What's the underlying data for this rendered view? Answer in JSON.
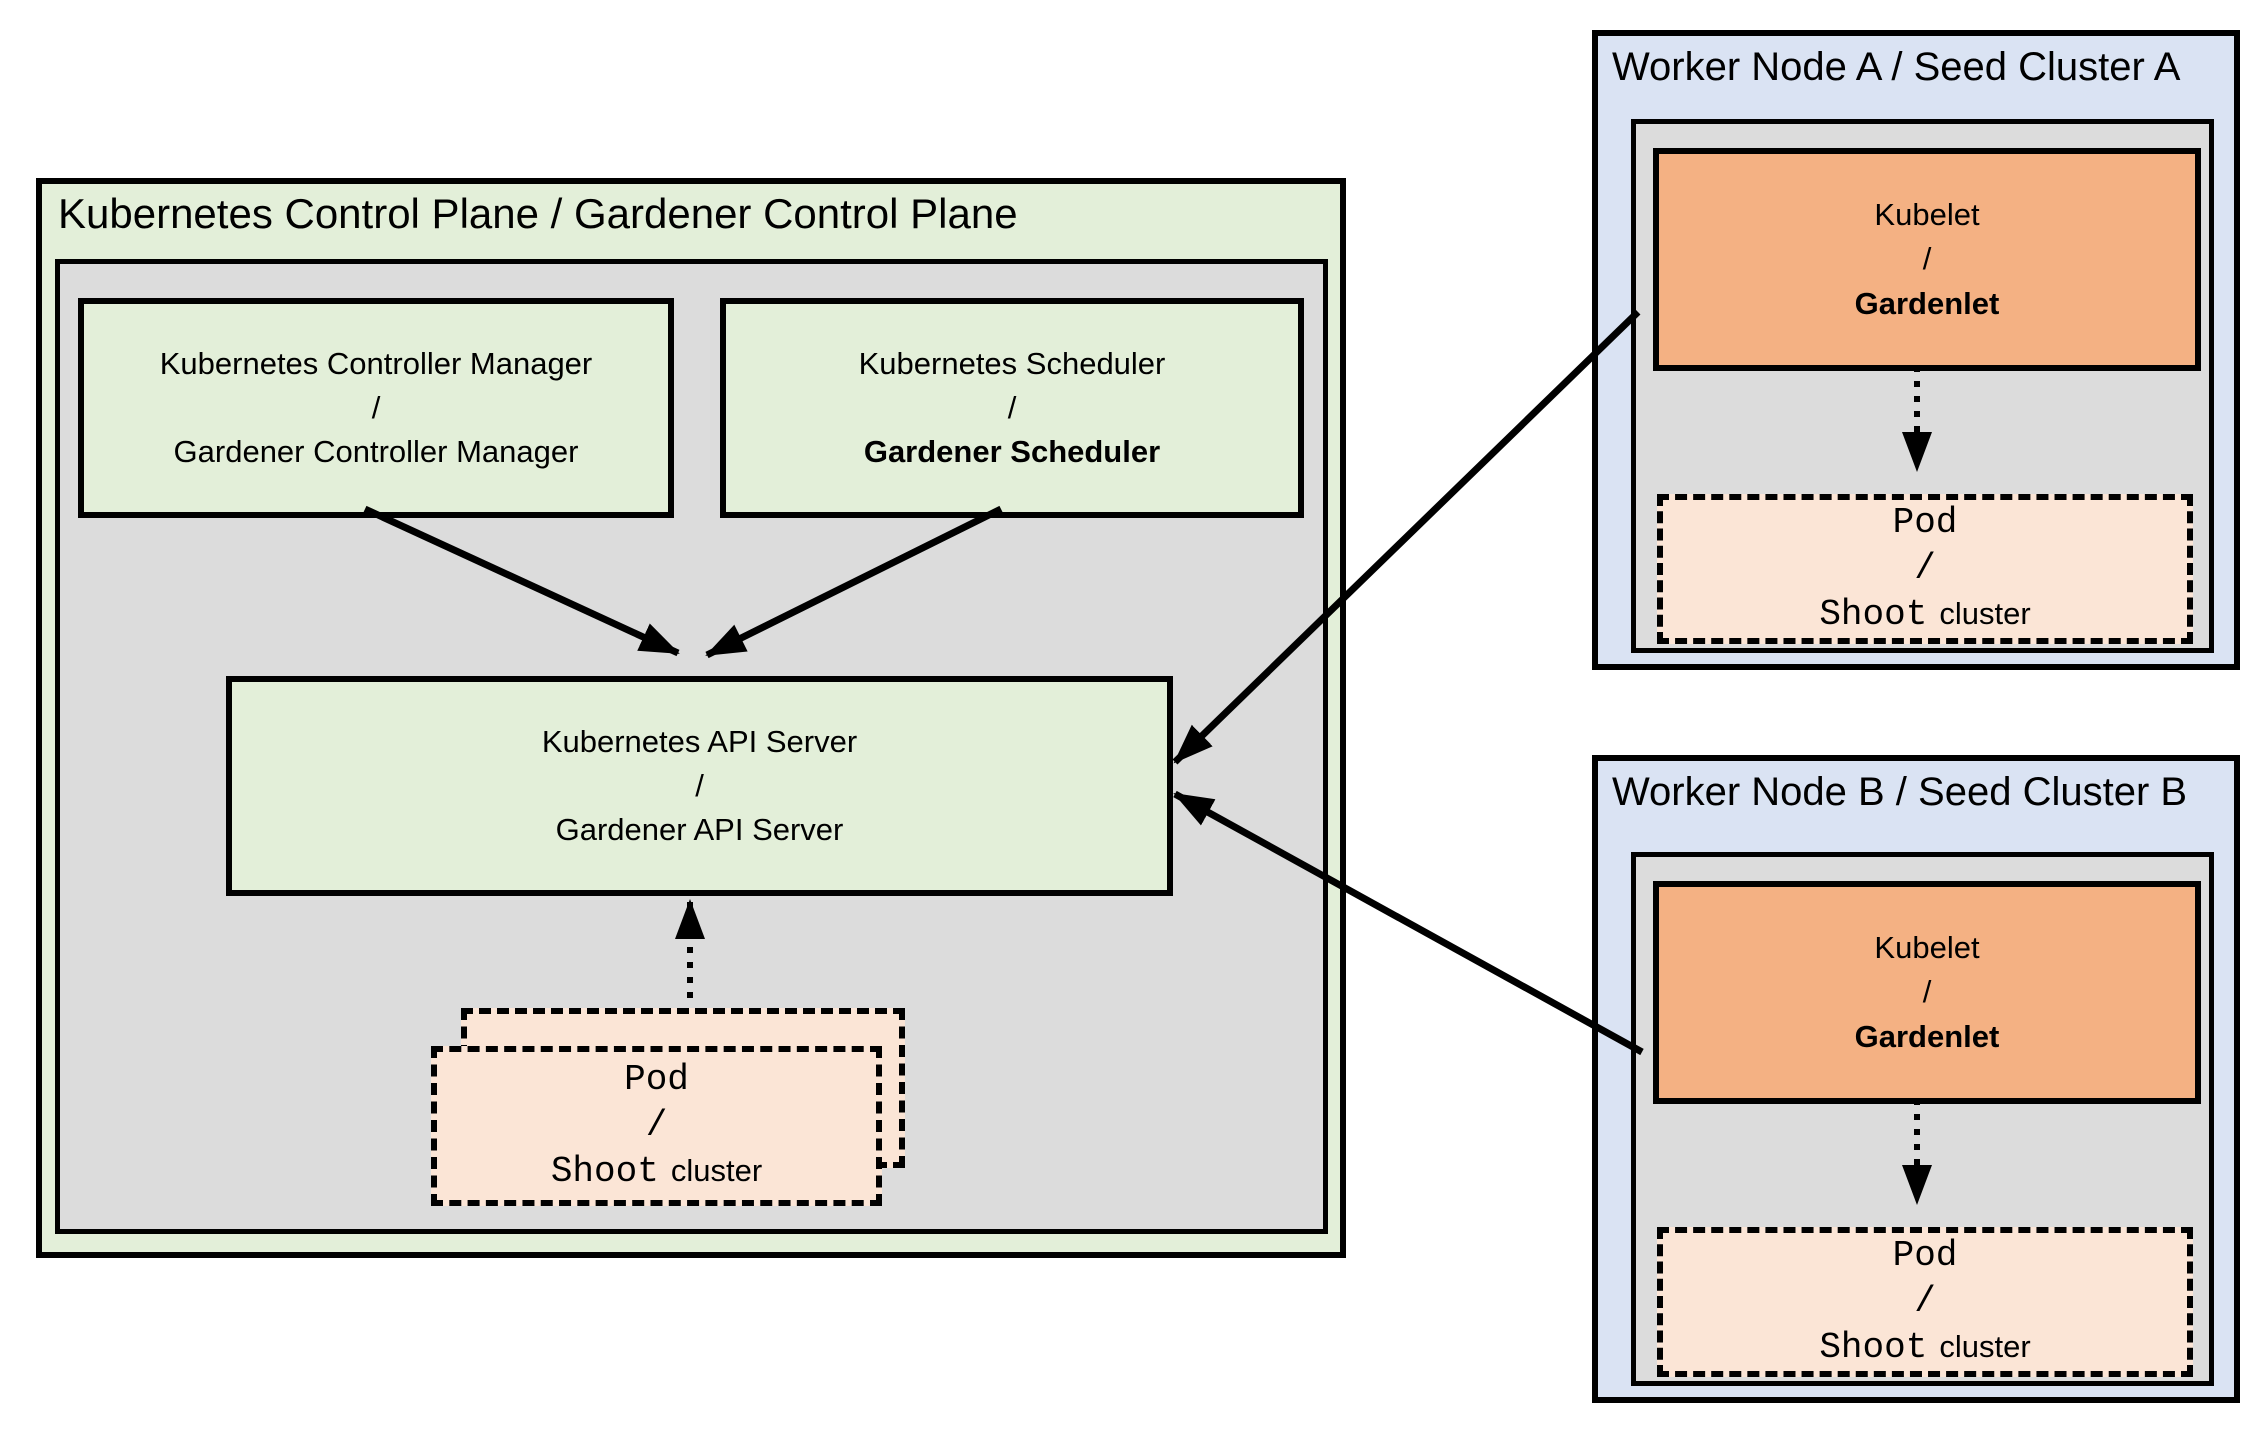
{
  "colors": {
    "green_light": "#e3efd9",
    "gray_panel": "#dcdcdc",
    "blue_light": "#dae3f3",
    "orange": "#f4b183",
    "peach": "#fbe5d6",
    "border": "#000000"
  },
  "control_plane": {
    "title": "Kubernetes Control Plane / Gardener Control Plane",
    "controller_manager": {
      "top": "Kubernetes Controller Manager",
      "sep": "/",
      "bottom": "Gardener Controller Manager"
    },
    "scheduler": {
      "top": "Kubernetes Scheduler",
      "sep": "/",
      "bottom": "Gardener Scheduler"
    },
    "api_server": {
      "top": "Kubernetes API Server",
      "sep": "/",
      "bottom": "Gardener API Server"
    },
    "pod_stack": {
      "top": "Pod",
      "sep": "/",
      "bottom_mono": "Shoot",
      "bottom_sans": "cluster"
    }
  },
  "worker_node_a": {
    "title": "Worker Node A / Seed Cluster A",
    "kubelet": {
      "top": "Kubelet",
      "sep": "/",
      "bottom": "Gardenlet"
    },
    "pod": {
      "top": "Pod",
      "sep": "/",
      "bottom_mono": "Shoot",
      "bottom_sans": "cluster"
    }
  },
  "worker_node_b": {
    "title": "Worker Node B / Seed Cluster B",
    "kubelet": {
      "top": "Kubelet",
      "sep": "/",
      "bottom": "Gardenlet"
    },
    "pod": {
      "top": "Pod",
      "sep": "/",
      "bottom_mono": "Shoot",
      "bottom_sans": "cluster"
    }
  }
}
